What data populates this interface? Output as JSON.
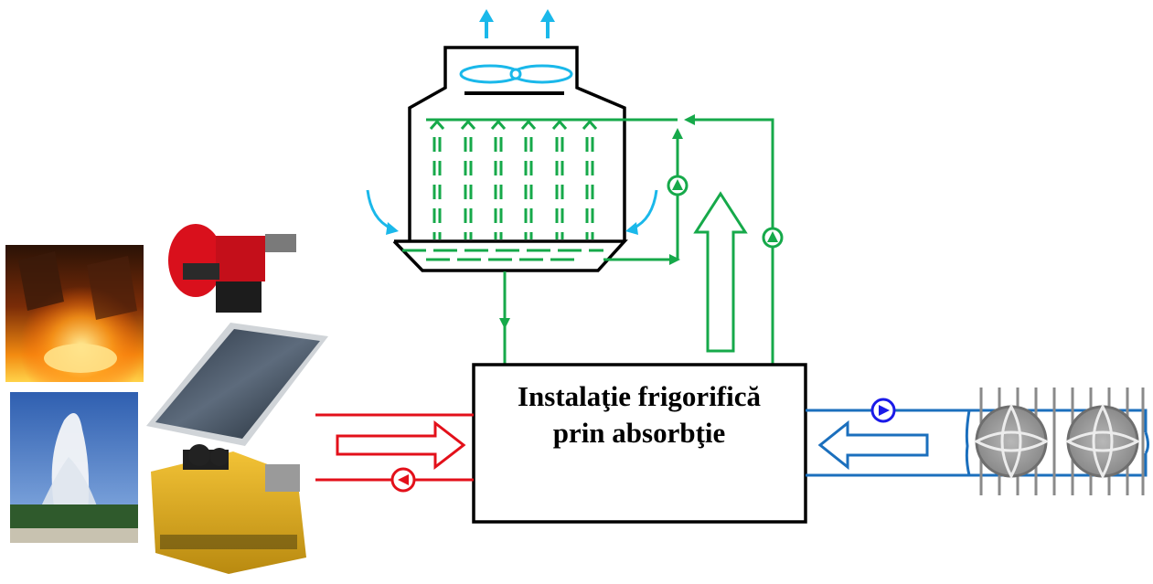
{
  "main_box": {
    "line1": "Instalaţie frigorifică",
    "line2": "prin absorbţie"
  },
  "colors": {
    "air": "#1ab8ea",
    "cooling_water": "#16a94a",
    "heat_source": "#e3101a",
    "chilled_water": "#1b6fbd",
    "pump_blue": "#1a1ae8",
    "outline": "#000000"
  },
  "heat_sources": [
    {
      "name": "steel-furnace-photo-icon"
    },
    {
      "name": "gas-burner-photo-icon"
    },
    {
      "name": "solar-collector-photo-icon"
    },
    {
      "name": "geyser-photo-icon"
    },
    {
      "name": "gas-engine-generator-photo-icon"
    }
  ],
  "consumer": {
    "name": "fan-coil-units-icon",
    "count": 2
  }
}
